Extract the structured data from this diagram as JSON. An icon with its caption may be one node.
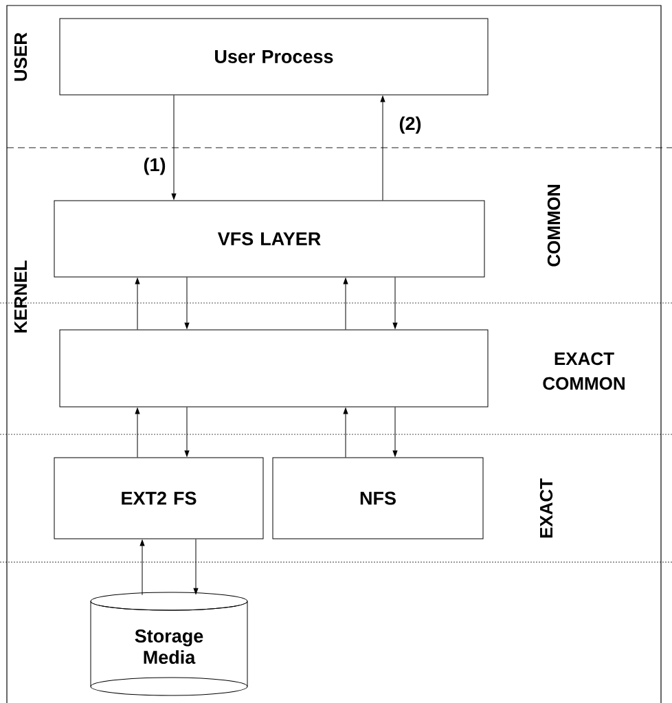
{
  "diagram": {
    "nodes": [
      {
        "text": [
          "User Process"
        ]
      },
      {
        "text": [
          "VFS LAYER"
        ]
      },
      {
        "text": [],
        "shape": "box"
      },
      {
        "text": [
          "EXT2 FS"
        ]
      },
      {
        "text": [
          "NFS"
        ]
      },
      {
        "text": [
          "Storage Media"
        ]
      }
    ],
    "edges": [
      {
        "from": 0,
        "to": 1,
        "arrow": "to",
        "label": "(1)"
      },
      {
        "from": 1,
        "to": 0,
        "arrow": "to",
        "label": "(2)"
      },
      {
        "from": 2,
        "to": 1,
        "arrow": "to"
      },
      {
        "from": 1,
        "to": 2,
        "arrow": "to"
      },
      {
        "from": 2,
        "to": 1,
        "arrow": "to"
      },
      {
        "from": 1,
        "to": 2,
        "arrow": "to"
      },
      {
        "from": 3,
        "to": 2,
        "arrow": "to"
      },
      {
        "from": 2,
        "to": 3,
        "arrow": "to"
      },
      {
        "from": 4,
        "to": 2,
        "arrow": "to"
      },
      {
        "from": 2,
        "to": 4,
        "arrow": "to"
      },
      {
        "from": 5,
        "to": 3,
        "arrow": "to"
      },
      {
        "from": 3,
        "to": 5,
        "arrow": "to"
      }
    ],
    "labels": [
      "USER",
      "KERNEL",
      "COMMON",
      "EXACT COMMON",
      "EXACT"
    ]
  }
}
